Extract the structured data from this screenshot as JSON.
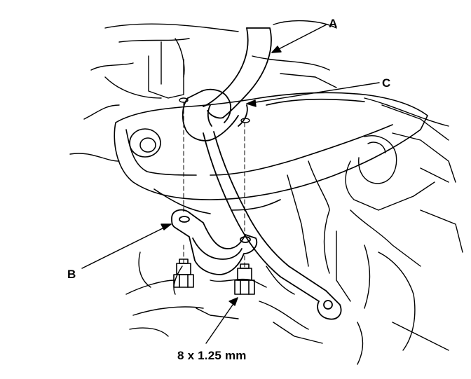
{
  "callouts": {
    "a": "A",
    "b": "B",
    "c": "C",
    "bolt_size": "8 x 1.25 mm"
  },
  "colors": {
    "ink": "#000000",
    "paper": "#ffffff"
  }
}
